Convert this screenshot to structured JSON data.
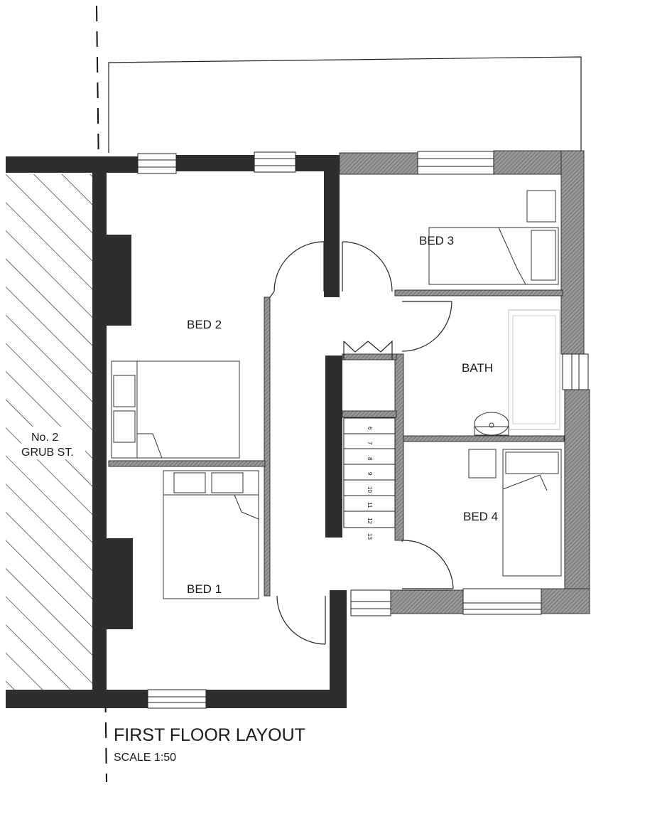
{
  "drawing": {
    "title": "FIRST FLOOR LAYOUT",
    "scale": "SCALE 1:50"
  },
  "rooms": {
    "bed1": "BED 1",
    "bed2": "BED 2",
    "bed3": "BED 3",
    "bed4": "BED 4",
    "bath": "BATH"
  },
  "neighbour": {
    "line1": "No. 2",
    "line2": "GRUB ST."
  },
  "stairs": {
    "step_numbers": [
      "6",
      "7",
      "8",
      "9",
      "10",
      "11",
      "12",
      "13"
    ]
  },
  "colors": {
    "wall_dark": "#2e2e2e",
    "wall_hatched": "#8a8a8a",
    "line": "#222222"
  }
}
